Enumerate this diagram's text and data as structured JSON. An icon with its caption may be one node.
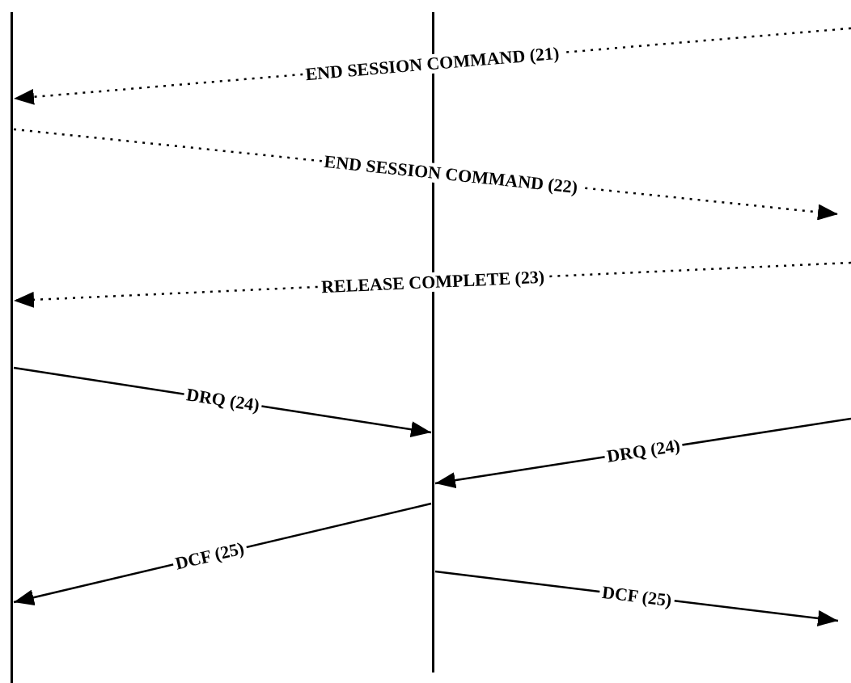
{
  "diagram": {
    "nodes": [
      {
        "text": [],
        "shape": "bar"
      },
      {
        "text": [],
        "shape": "bar"
      }
    ],
    "edges": [
      {
        "from": null,
        "to": 0,
        "arrow": "to",
        "label": "END SESSION COMMAND (21)",
        "style": "dashed"
      },
      {
        "from": 0,
        "to": null,
        "arrow": "to",
        "label": "END SESSION COMMAND (22)",
        "style": "dashed"
      },
      {
        "from": null,
        "to": 0,
        "arrow": "to",
        "label": "RELEASE COMPLETE (23)",
        "style": "dashed"
      },
      {
        "from": 0,
        "to": 1,
        "arrow": "to",
        "label": "DRQ (24)"
      },
      {
        "from": null,
        "to": 1,
        "arrow": "to",
        "label": "DRQ (24)"
      },
      {
        "from": 1,
        "to": 0,
        "arrow": "to",
        "label": "DCF (25)"
      },
      {
        "from": 1,
        "to": null,
        "arrow": "to",
        "label": "DCF (25)"
      }
    ]
  }
}
